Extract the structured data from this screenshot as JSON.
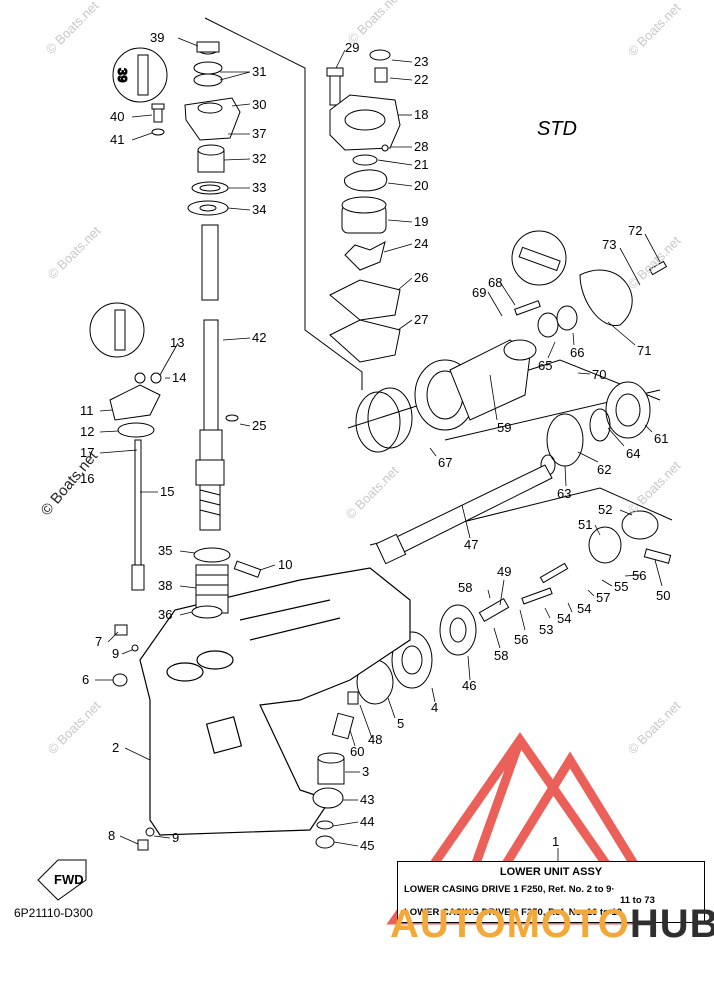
{
  "title_box": {
    "heading": "LOWER UNIT ASSY",
    "row1": "LOWER CASING DRIVE 1 F250, Ref. No. 2 to 9·",
    "row1b": "11 to 73",
    "row2": "LOWER CASING DRIVE 2 F250, Ref. No. 16 to 19"
  },
  "std_label": "STD",
  "diagram_code": "6P21110-D300",
  "fwd_label": "FWD",
  "watermark": "© Boats.net",
  "brand": {
    "part1": "AUTO",
    "part2": "MOTO",
    "part3": "HUB"
  },
  "part_numbers": {
    "p1": "1",
    "p2": "2",
    "p3": "3",
    "p4": "4",
    "p5": "5",
    "p6": "6",
    "p7": "7",
    "p8": "8",
    "p9a": "9",
    "p9b": "9",
    "p10": "10",
    "p11": "11",
    "p12": "12",
    "p13": "13",
    "p14": "14",
    "p15": "15",
    "p16": "16",
    "p17": "17",
    "p18": "18",
    "p19": "19",
    "p20": "20",
    "p21": "21",
    "p22": "22",
    "p23": "23",
    "p24": "24",
    "p25": "25",
    "p26": "26",
    "p27": "27",
    "p28": "28",
    "p29": "29",
    "p30": "30",
    "p31": "31",
    "p32": "32",
    "p33": "33",
    "p34": "34",
    "p35": "35",
    "p36": "36",
    "p37": "37",
    "p38": "38",
    "p39": "39",
    "p40": "40",
    "p41": "41",
    "p42": "42",
    "p43": "43",
    "p44": "44",
    "p45": "45",
    "p46": "46",
    "p47": "47",
    "p48": "48",
    "p49": "49",
    "p50": "50",
    "p51": "51",
    "p52": "52",
    "p53": "53",
    "p54a": "54",
    "p54b": "54",
    "p55": "55",
    "p56a": "56",
    "p56b": "56",
    "p57": "57",
    "p58a": "58",
    "p58b": "58",
    "p59": "59",
    "p60": "60",
    "p61": "61",
    "p62": "62",
    "p63": "63",
    "p64": "64",
    "p65": "65",
    "p66": "66",
    "p67": "67",
    "p68": "68",
    "p69": "69",
    "p70": "70",
    "p71": "71",
    "p72": "72",
    "p73": "73"
  },
  "colors": {
    "logo_red": "#e53935",
    "brand_orange": "#f3a93a",
    "brand_dark": "#2f2f2f",
    "watermark": "#c8c8c8"
  }
}
